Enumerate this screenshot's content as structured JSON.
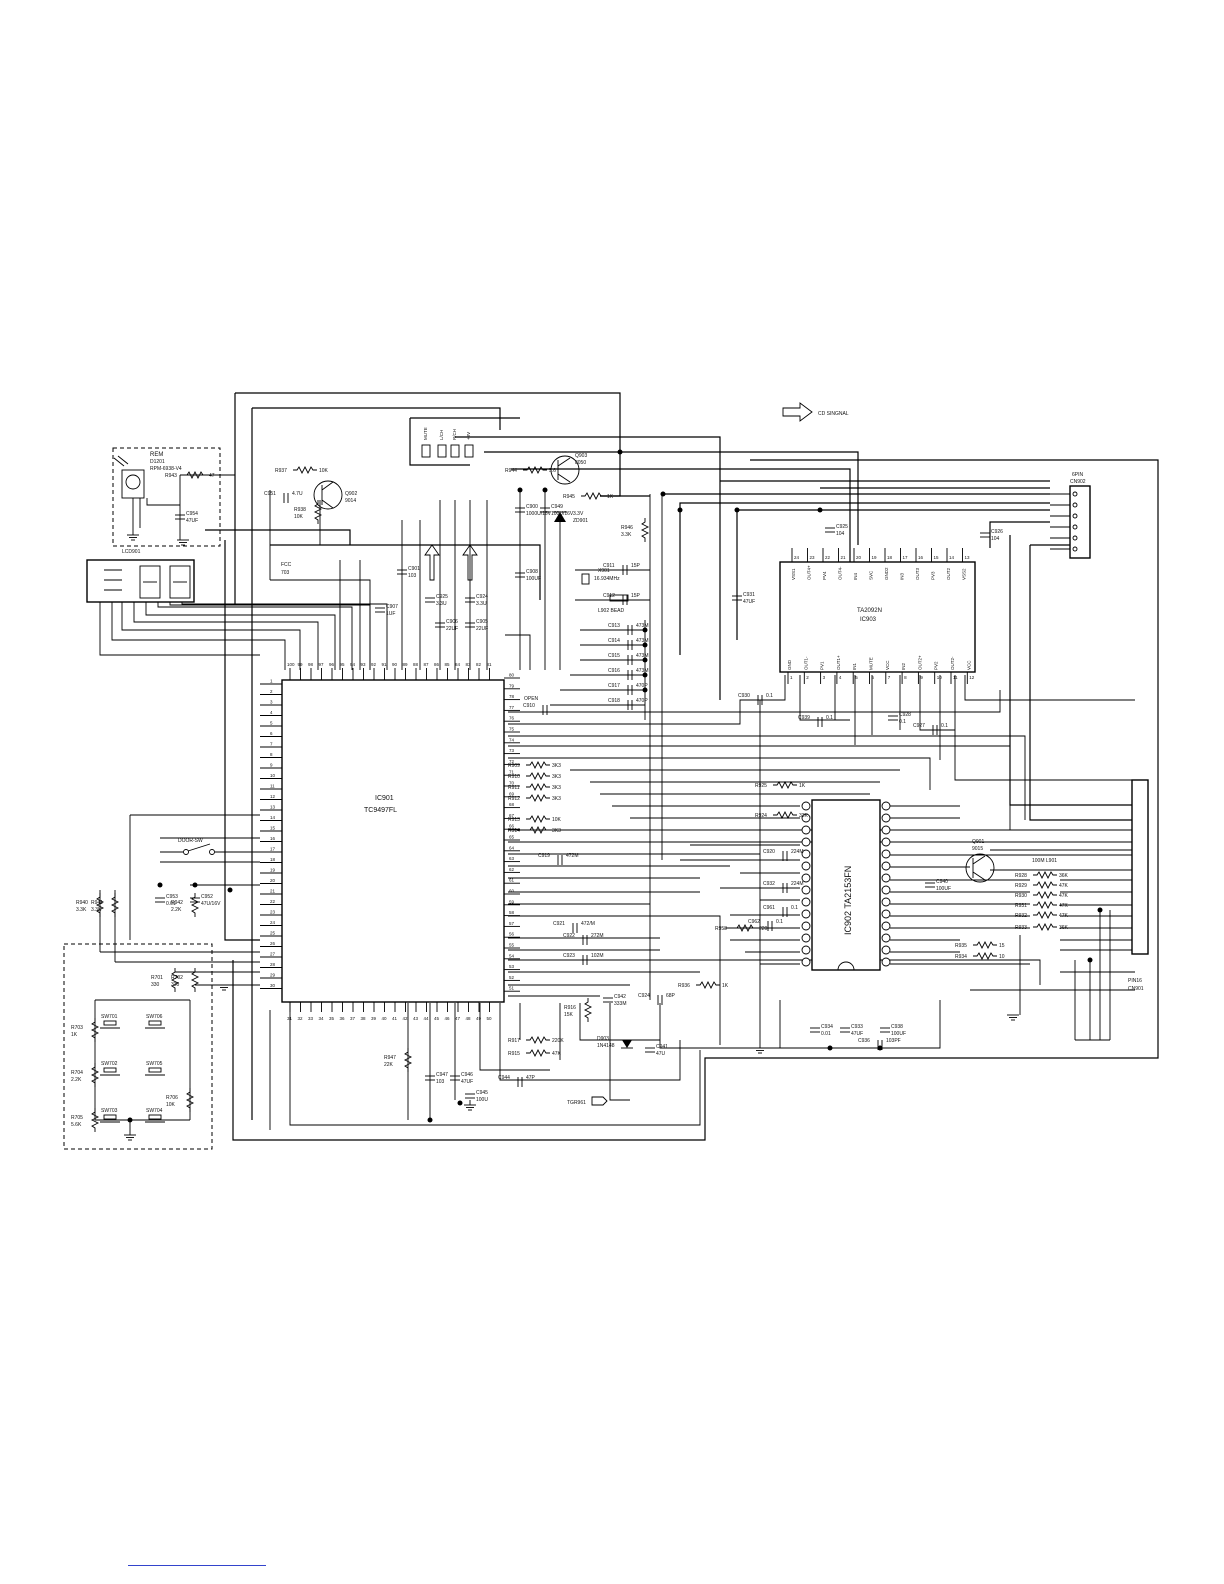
{
  "labels": {
    "cd_signal": "CD SINGNAL",
    "ic901": "IC901",
    "ic901_part": "TC9497FL",
    "ic903": "TA2092N",
    "ic903_ref": "IC903",
    "ic902": "IC902 TA2153FN",
    "door_sw": "DOOR-SW",
    "lcd": "LCD901",
    "remote": "REM",
    "remote_ref": "D1201",
    "remote_part": "RPM-6938-V4",
    "cn902_a": "6PIN",
    "cn902_b": "CN902",
    "cn901_a": "PIN16",
    "cn901_b": "CN901",
    "x901_a": "X901",
    "x901_b": "16.934MHz",
    "l902": "L902 BEAD",
    "zd901_a": "3.3V",
    "zd901_b": "ZD901",
    "q903_a": "Q903",
    "q903_b": "8050",
    "q902_a": "Q902",
    "q902_b": "9014",
    "q901_a": "Q901",
    "q901_b": "9015",
    "d903_a": "D903",
    "d903_b": "1N4148",
    "tgr961": "TGR961",
    "open": "OPEN",
    "fcc_a": "FCC",
    "fcc_b": "703",
    "l901": "100M L901",
    "mute": "MUTE",
    "lch": "L/CH",
    "rch": "R/CH",
    "v8": "+8V"
  },
  "switches": [
    {
      "ref": "SW701"
    },
    {
      "ref": "SW702"
    },
    {
      "ref": "SW703"
    },
    {
      "ref": "SW704"
    },
    {
      "ref": "SW705"
    },
    {
      "ref": "SW706"
    }
  ],
  "resistors": [
    {
      "ref": "R943",
      "val": "47"
    },
    {
      "ref": "R937",
      "val": "10K"
    },
    {
      "ref": "R938",
      "val": "10K"
    },
    {
      "ref": "R945",
      "val": "1K"
    },
    {
      "ref": "R944",
      "val": "5.6"
    },
    {
      "ref": "R946",
      "val": "3.3K"
    },
    {
      "ref": "R909",
      "val": "3K3"
    },
    {
      "ref": "R910",
      "val": "3K3"
    },
    {
      "ref": "R911",
      "val": "3K3"
    },
    {
      "ref": "R912",
      "val": "3K3"
    },
    {
      "ref": "R913",
      "val": "10K"
    },
    {
      "ref": "R914",
      "val": "3K3"
    },
    {
      "ref": "R940",
      "val": "3.3K"
    },
    {
      "ref": "R941",
      "val": "3.3K"
    },
    {
      "ref": "R942",
      "val": "2.2K"
    },
    {
      "ref": "R701",
      "val": "330"
    },
    {
      "ref": "R702",
      "val": "330"
    },
    {
      "ref": "R703",
      "val": "1K"
    },
    {
      "ref": "R704",
      "val": "2.2K"
    },
    {
      "ref": "R705",
      "val": "5.6K"
    },
    {
      "ref": "R706",
      "val": "10K"
    },
    {
      "ref": "R916",
      "val": "15K"
    },
    {
      "ref": "R917",
      "val": "220K"
    },
    {
      "ref": "R915",
      "val": "47K"
    },
    {
      "ref": "R947",
      "val": "22K"
    },
    {
      "ref": "R925",
      "val": "1K"
    },
    {
      "ref": "R924",
      "val": "33K"
    },
    {
      "ref": "R958",
      "val": "220"
    },
    {
      "ref": "R936",
      "val": "1K"
    },
    {
      "ref": "R928",
      "val": "36K"
    },
    {
      "ref": "R929",
      "val": "47K"
    },
    {
      "ref": "R930",
      "val": "47K"
    },
    {
      "ref": "R931",
      "val": "47K"
    },
    {
      "ref": "R932",
      "val": "47K"
    },
    {
      "ref": "R933",
      "val": "36K"
    },
    {
      "ref": "R935",
      "val": "15"
    },
    {
      "ref": "R934",
      "val": "10"
    }
  ],
  "capacitors": [
    {
      "ref": "C954",
      "val": "47UF"
    },
    {
      "ref": "C951",
      "val": "4.7U"
    },
    {
      "ref": "C900",
      "val": "1000U/16V"
    },
    {
      "ref": "C949",
      "val": "100U/16V"
    },
    {
      "ref": "C911",
      "val": "15P"
    },
    {
      "ref": "C912",
      "val": "15P"
    },
    {
      "ref": "C931",
      "val": "47UF"
    },
    {
      "ref": "C901",
      "val": "103"
    },
    {
      "ref": "C907",
      "val": "1UF"
    },
    {
      "ref": "C925",
      "val": "3.3U"
    },
    {
      "ref": "C906",
      "val": "22UF"
    },
    {
      "ref": "C905",
      "val": "22UF"
    },
    {
      "ref": "C924",
      "val": "3.3U"
    },
    {
      "ref": "C908",
      "val": "100UF"
    },
    {
      "ref": "C913",
      "val": "473M"
    },
    {
      "ref": "C914",
      "val": "473M"
    },
    {
      "ref": "C915",
      "val": "473M"
    },
    {
      "ref": "C916",
      "val": "473M"
    },
    {
      "ref": "C917",
      "val": "470P"
    },
    {
      "ref": "C918",
      "val": "470P"
    },
    {
      "ref": "C910",
      "val": ""
    },
    {
      "ref": "C919",
      "val": "472M"
    },
    {
      "ref": "C953",
      "val": "0.01"
    },
    {
      "ref": "C952",
      "val": "47U/16V"
    },
    {
      "ref": "C921",
      "val": "472/M"
    },
    {
      "ref": "C922",
      "val": "272M"
    },
    {
      "ref": "C923",
      "val": "102M"
    },
    {
      "ref": "C942",
      "val": "333M"
    },
    {
      "ref": "C924",
      "val": "68P"
    },
    {
      "ref": "C941",
      "val": "47U"
    },
    {
      "ref": "C944",
      "val": "47P"
    },
    {
      "ref": "C945",
      "val": "100U"
    },
    {
      "ref": "C947",
      "val": "103"
    },
    {
      "ref": "C946",
      "val": "47UF"
    },
    {
      "ref": "C930",
      "val": "0.1"
    },
    {
      "ref": "C939",
      "val": "0.1"
    },
    {
      "ref": "C928",
      "val": "0.1"
    },
    {
      "ref": "C927",
      "val": "0.1"
    },
    {
      "ref": "C926",
      "val": "104"
    },
    {
      "ref": "C925",
      "val": "104"
    },
    {
      "ref": "C920",
      "val": "224M"
    },
    {
      "ref": "C932",
      "val": "224M"
    },
    {
      "ref": "C962",
      "val": "0.1"
    },
    {
      "ref": "C961",
      "val": "0.1"
    },
    {
      "ref": "C940",
      "val": "100UF"
    },
    {
      "ref": "C934",
      "val": "0.01"
    },
    {
      "ref": "C933",
      "val": "47UF"
    },
    {
      "ref": "C938",
      "val": "100UF"
    },
    {
      "ref": "C936",
      "val": "103PF"
    }
  ],
  "ic903_pins_top": [
    {
      "n": "24",
      "name": "VSS1"
    },
    {
      "n": "23",
      "name": "OUT4+"
    },
    {
      "n": "22",
      "name": "PV4"
    },
    {
      "n": "21",
      "name": "OUT4-"
    },
    {
      "n": "20",
      "name": "IN4"
    },
    {
      "n": "19",
      "name": "SVC"
    },
    {
      "n": "18",
      "name": "GND2"
    },
    {
      "n": "17",
      "name": "IN3"
    },
    {
      "n": "16",
      "name": "OUT3"
    },
    {
      "n": "15",
      "name": "PV3"
    },
    {
      "n": "14",
      "name": "OUT2"
    },
    {
      "n": "13",
      "name": "VSS2"
    }
  ],
  "ic903_pins_bottom": [
    {
      "n": "1",
      "name": "GND"
    },
    {
      "n": "2",
      "name": "OUT1-"
    },
    {
      "n": "3",
      "name": "PV1"
    },
    {
      "n": "4",
      "name": "OUT1+"
    },
    {
      "n": "5",
      "name": "IN1"
    },
    {
      "n": "6",
      "name": "MUTE"
    },
    {
      "n": "7",
      "name": "VCC"
    },
    {
      "n": "8",
      "name": "IN2"
    },
    {
      "n": "9",
      "name": "OUT2+"
    },
    {
      "n": "10",
      "name": "PV2"
    },
    {
      "n": "11",
      "name": "OUT2-"
    },
    {
      "n": "12",
      "name": "VCC"
    }
  ]
}
